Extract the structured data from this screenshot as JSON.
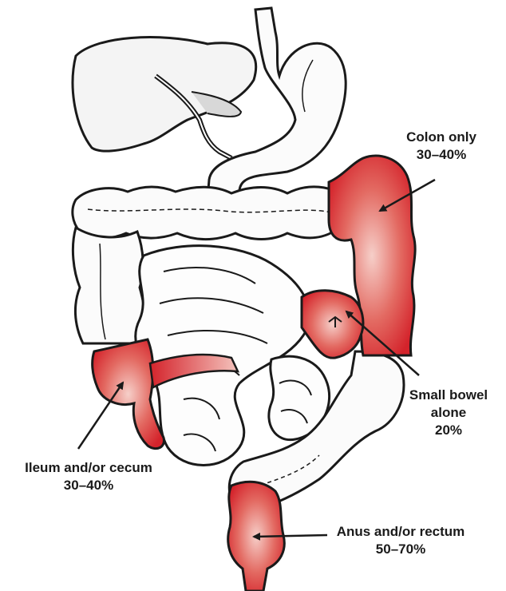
{
  "diagram": {
    "highlight_color": "#d9232b",
    "outline_color": "#1a1a1a",
    "labels": {
      "colon": {
        "line1": "Colon only",
        "line2": "30–40%"
      },
      "small_bowel": {
        "line1": "Small bowel",
        "line2": "alone",
        "line3": "20%"
      },
      "ileum": {
        "line1": "Ileum and/or cecum",
        "line2": "30–40%"
      },
      "anus": {
        "line1": "Anus and/or rectum",
        "line2": "50–70%"
      }
    }
  }
}
